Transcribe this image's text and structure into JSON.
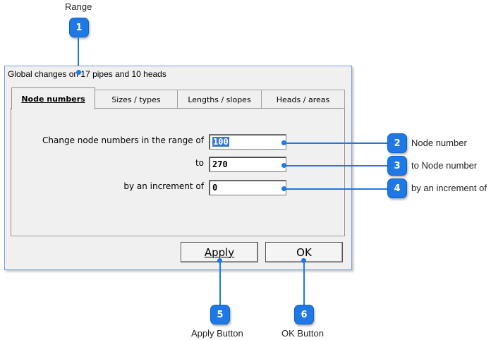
{
  "callouts": [
    {
      "number": "1",
      "label": "Range"
    },
    {
      "number": "2",
      "label": "Node number"
    },
    {
      "number": "3",
      "label": "to Node number"
    },
    {
      "number": "4",
      "label": "by an increment of"
    },
    {
      "number": "5",
      "label": "Apply Button"
    },
    {
      "number": "6",
      "label": "OK Button"
    }
  ],
  "dialog": {
    "title": "Global changes on 17 pipes and 10 heads",
    "tabs": [
      {
        "label": "Node numbers",
        "active": true
      },
      {
        "label": "Sizes / types",
        "active": false
      },
      {
        "label": "Lengths / slopes",
        "active": false
      },
      {
        "label": "Heads / areas",
        "active": false
      }
    ],
    "fields": {
      "range_label": "Change node numbers in the range of",
      "range_value": "100",
      "to_label": "to",
      "to_value": "270",
      "increment_label": "by an increment of",
      "increment_value": "0"
    },
    "buttons": {
      "apply": "Apply",
      "ok": "OK"
    }
  },
  "colors": {
    "callout_accent": "#1e78e6"
  }
}
